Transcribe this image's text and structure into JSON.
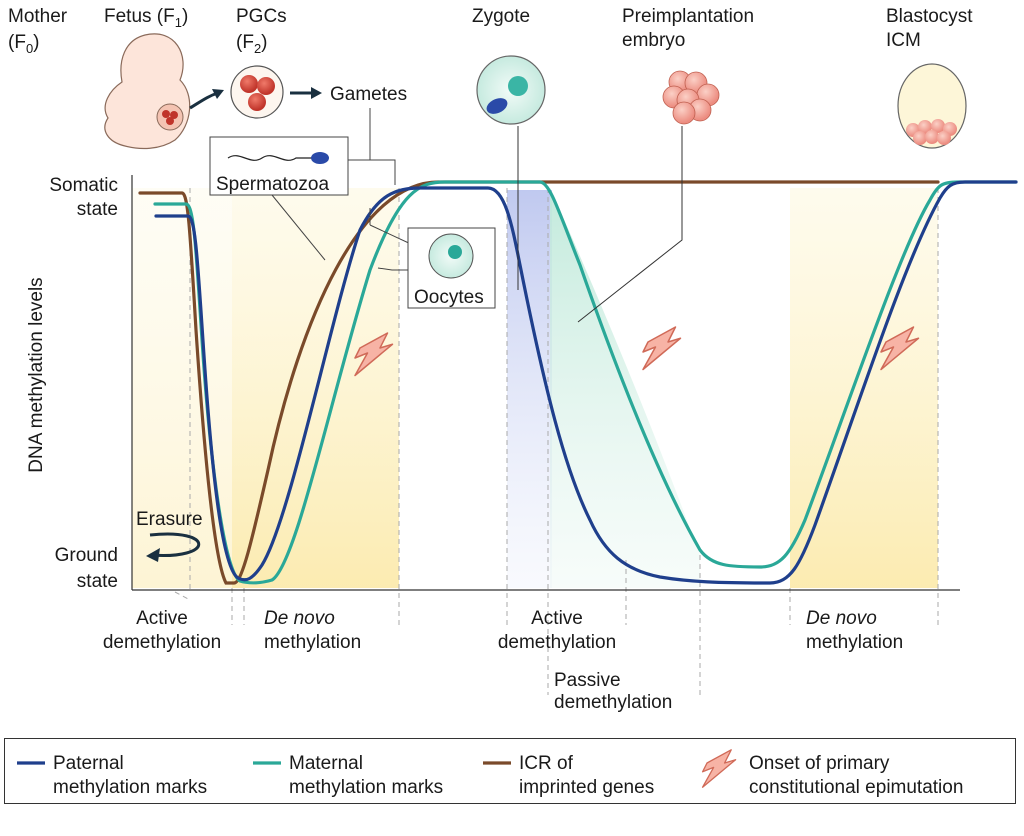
{
  "colors": {
    "paternal": "#1f3f8c",
    "maternal": "#2aa898",
    "icr": "#7a4a2a",
    "epimutation": "#f2a79a",
    "yellow_band": "#fdf2c4",
    "blue_band": "#b8c4ec",
    "green_band": "#c4ecdf"
  },
  "stages": {
    "mother": [
      "Mother",
      "(F",
      "0",
      ")"
    ],
    "fetus": [
      "Fetus (F",
      "1",
      ")"
    ],
    "pgcs": [
      "PGCs",
      "(F",
      "2",
      ")"
    ],
    "gametes": "Gametes",
    "zygote": "Zygote",
    "preimplantation": [
      "Preimplantation",
      "embryo"
    ],
    "blastocyst": [
      "Blastocyst",
      "ICM"
    ]
  },
  "callouts": {
    "spermatozoa": "Spermatozoa",
    "oocytes": "Oocytes"
  },
  "axis": {
    "ylabel": "DNA methylation levels",
    "top": [
      "Somatic",
      "state"
    ],
    "bottom": [
      "Ground",
      "state"
    ],
    "erasure": "Erasure"
  },
  "phases": {
    "active_demeth_1": [
      "Active",
      "demethylation"
    ],
    "de_novo_1": [
      "De novo",
      "methylation"
    ],
    "active_demeth_2": [
      "Active",
      "demethylation"
    ],
    "passive_demeth": [
      "Passive",
      "demethylation"
    ],
    "de_novo_2": [
      "De novo",
      "methylation"
    ]
  },
  "legend": {
    "paternal": [
      "Paternal",
      "methylation marks"
    ],
    "maternal": [
      "Maternal",
      "methylation marks"
    ],
    "icr": [
      "ICR of",
      "imprinted genes"
    ],
    "epimutation": [
      "Onset of primary",
      "constitutional epimutation"
    ]
  }
}
